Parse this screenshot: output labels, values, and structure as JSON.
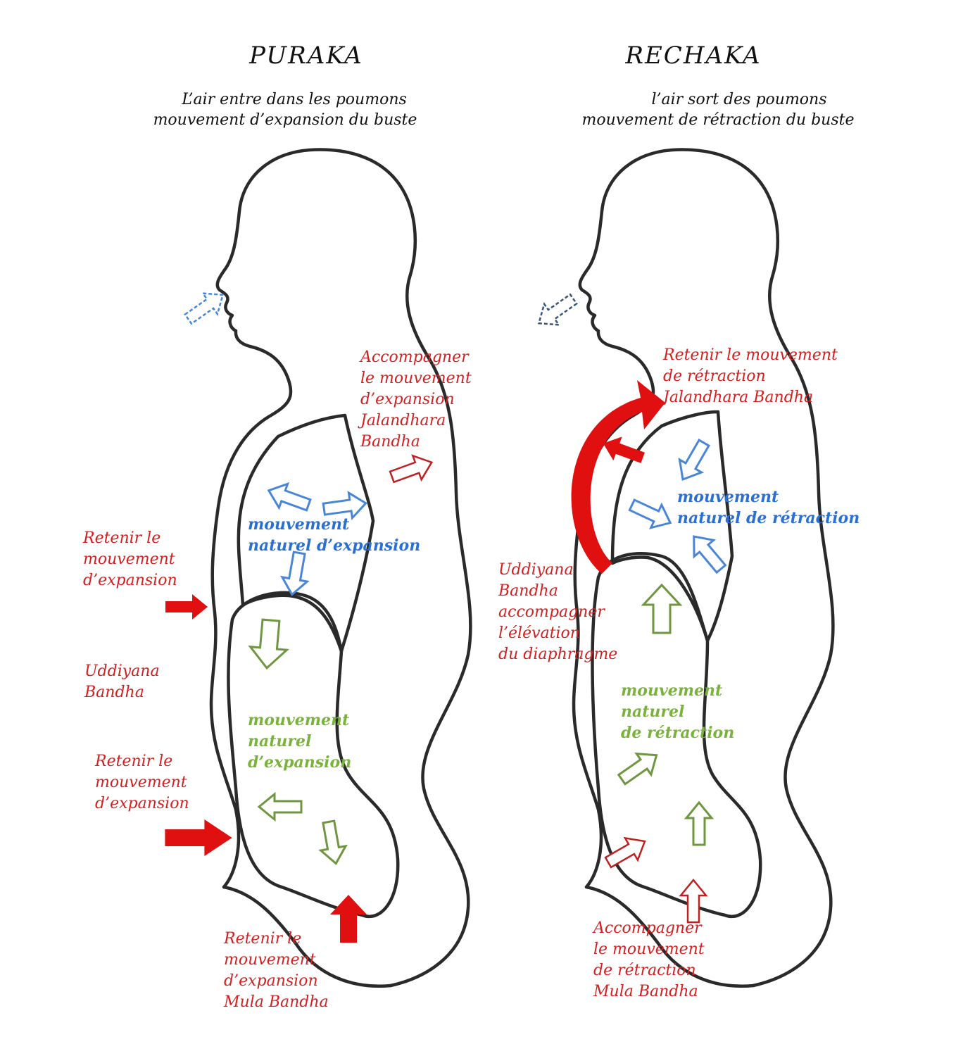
{
  "colors": {
    "red": "#d42020",
    "blue": "#2a6fd6",
    "blue_arrow": "#4a86d8",
    "green": "#79b33a",
    "green_arrow": "#6f9640",
    "dark_blue_dashed": "#3b5578",
    "outline": "#2a2a2a"
  },
  "left": {
    "title": "PURAKA",
    "subtitle_line1": "L’air entre dans les poumons",
    "subtitle_line2": "mouvement d’expansion du buste",
    "label_top": [
      "Accompagner",
      "le mouvement",
      "d’expansion",
      "Jalandhara",
      "Bandha"
    ],
    "label_chest": [
      "Retenir le",
      "mouvement",
      "d’expansion"
    ],
    "label_uddiyana": [
      "Uddiyana",
      "Bandha"
    ],
    "label_belly": [
      "Retenir le",
      "mouvement",
      "d’expansion"
    ],
    "label_mula": [
      "Retenir le",
      "mouvement",
      "d’expansion",
      "Mula Bandha"
    ],
    "label_blue": [
      "mouvement",
      "naturel d’expansion"
    ],
    "label_green": [
      "mouvement",
      "naturel",
      "d’expansion"
    ]
  },
  "right": {
    "title": "RECHAKA",
    "subtitle_line1": "l’air sort des poumons",
    "subtitle_line2": "mouvement de rétraction du buste",
    "label_top": [
      "Retenir le mouvement",
      "de rétraction",
      "Jalandhara Bandha"
    ],
    "label_uddiyana": [
      "Uddiyana",
      "Bandha",
      "accompagner",
      "l’élévation",
      "du diaphragme"
    ],
    "label_blue": [
      "mouvement",
      "naturel de rétraction"
    ],
    "label_green": [
      "mouvement",
      "naturel",
      "de rétraction"
    ],
    "label_mula": [
      "Accompagner",
      "le mouvement",
      "de rétraction",
      "Mula Bandha"
    ]
  }
}
